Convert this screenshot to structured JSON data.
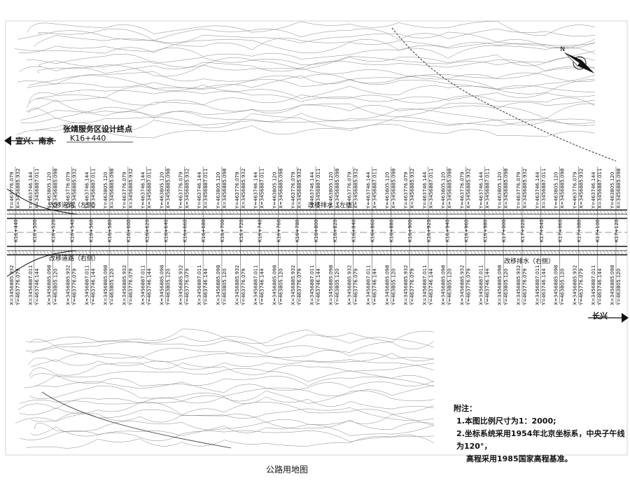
{
  "map": {
    "title": "公路用地图",
    "start_point": {
      "label": "张靖服务区设计终点",
      "chainage": "K16+440"
    },
    "direction_left": "宣兴、南京",
    "direction_right": "长兴",
    "corridor_labels": [
      "改移道路（左侧）",
      "改移道路（右侧）",
      "改移排水（左侧）",
      "改移排水（右侧）"
    ],
    "chainages": [
      "K16+440",
      "K16+500",
      "K16+520",
      "K16+540",
      "K16+560",
      "K16+580",
      "K16+600",
      "K16+620",
      "K16+640",
      "K16+660",
      "K16+680",
      "K16+700",
      "K16+720",
      "K16+740",
      "K16+760",
      "K16+780",
      "K16+800",
      "K16+820",
      "K16+840",
      "K16+860",
      "K16+880",
      "K16+900",
      "K16+920",
      "K16+940",
      "K16+960",
      "K16+980",
      "K17+000",
      "K17+020",
      "K17+040",
      "K17+060",
      "K17+080",
      "K17+100",
      "K17+120"
    ],
    "coordinate_samples": [
      "Y=463776.079",
      "X=3456885.932",
      "Y=463746.144",
      "X=3456887.011",
      "Y=463805.120",
      "X=3456885.098"
    ],
    "colors": {
      "line": "#222222",
      "road": "#111111",
      "background": "#ffffff"
    },
    "north_arrow": "north-arrow-icon",
    "notes": {
      "heading": "附注：",
      "items": [
        "1.本图比例尺寸为1：2000;",
        "2.坐标系统采用1954年北京坐标系，中央子午线为120°，",
        "高程采用1985国家高程基准。"
      ]
    }
  }
}
